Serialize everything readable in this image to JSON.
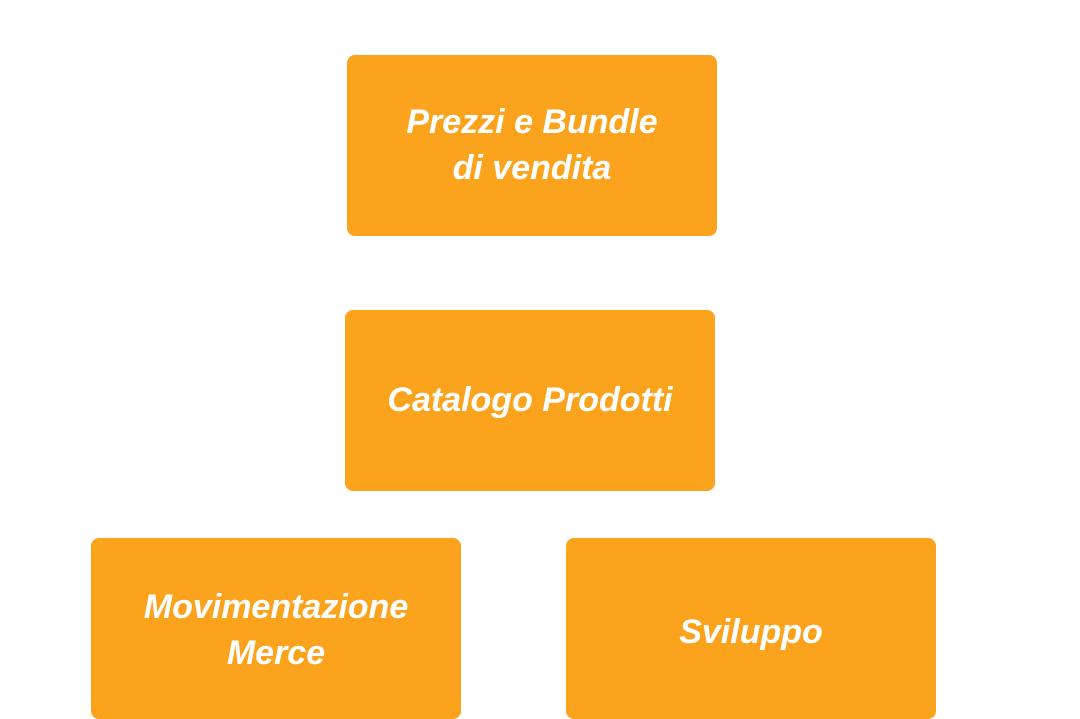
{
  "diagram": {
    "box_color": "#FBA31C",
    "text_color": "#FFFFFF",
    "nodes": [
      {
        "id": "prezzi",
        "label": "Prezzi e Bundle\ndi vendita"
      },
      {
        "id": "catalogo",
        "label": "Catalogo Prodotti"
      },
      {
        "id": "movimentazione",
        "label": "Movimentazione\nMerce"
      },
      {
        "id": "sviluppo",
        "label": "Sviluppo"
      }
    ]
  }
}
